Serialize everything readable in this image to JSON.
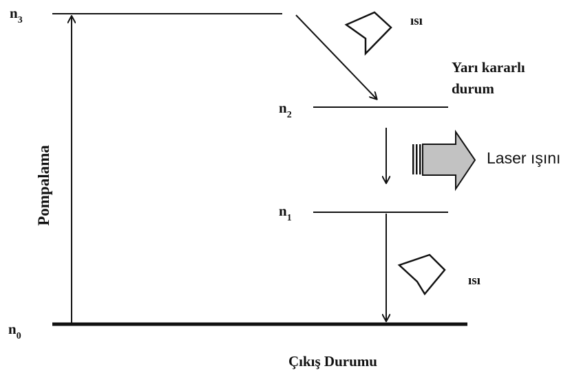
{
  "levels": {
    "n3": {
      "base": "n",
      "sub": "3"
    },
    "n2": {
      "base": "n",
      "sub": "2"
    },
    "n1": {
      "base": "n",
      "sub": "1"
    },
    "n0": {
      "base": "n",
      "sub": "0"
    }
  },
  "labels": {
    "pumping": "Pompalama",
    "heat_top": "ısı",
    "heat_bottom": "ısı",
    "metastable_line1": "Yarı kararlı",
    "metastable_line2": "durum",
    "laser_beam": "Laser ışını",
    "output_state": "Çıkış Durumu"
  },
  "colors": {
    "line": "#111111",
    "laser_arrow_fill": "#c2c2c2",
    "background": "#ffffff"
  }
}
